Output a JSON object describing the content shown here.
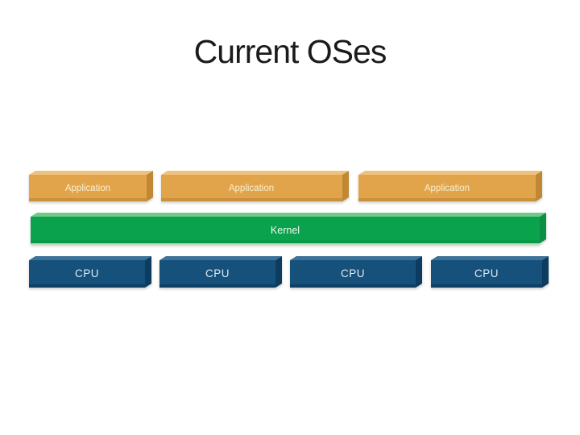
{
  "slide": {
    "title": "Current OSes",
    "background": "#ffffff",
    "title_color": "#1b1b1b"
  },
  "diagram": {
    "application_row": [
      {
        "label": "Application"
      },
      {
        "label": "Application"
      },
      {
        "label": "Application"
      }
    ],
    "kernel": {
      "label": "Kernel"
    },
    "cpu_row": [
      {
        "label": "CPU"
      },
      {
        "label": "CPU"
      },
      {
        "label": "CPU"
      },
      {
        "label": "CPU"
      }
    ]
  },
  "colors": {
    "slide_bg": "#ffffff",
    "title_color": "#1b1b1b",
    "app_front": "#e2a44b",
    "app_top": "#eec17d",
    "app_side": "#c18834",
    "app_bottom": "#c9913d",
    "app_text": "#f8f0ce",
    "kernel_front": "#0ba24d",
    "kernel_top": "#6fc987",
    "kernel_side": "#0a8f44",
    "kernel_bottom": "#099a47",
    "kernel_underline": "#a9dfb9",
    "kernel_text": "#effaf2",
    "cpu_front": "#15517b",
    "cpu_top": "#3d7299",
    "cpu_side": "#0c3c5f",
    "cpu_bottom": "#0e4166",
    "cpu_text": "#dfebf4"
  }
}
